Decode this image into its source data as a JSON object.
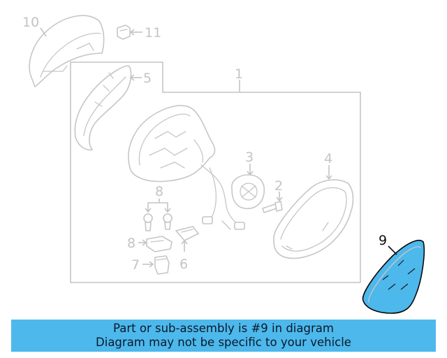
{
  "diagram": {
    "callouts": {
      "c1": "1",
      "c2": "2",
      "c3": "3",
      "c4": "4",
      "c5": "5",
      "c6": "6",
      "c7": "7",
      "c8a": "8",
      "c8b": "8",
      "c9": "9",
      "c10": "10",
      "c11": "11"
    },
    "highlight_part": "9",
    "highlight_color": "#4db8ec",
    "line_color": "#c6c6c6"
  },
  "banner": {
    "line1": "Part or sub-assembly is #9 in diagram",
    "line2": "Diagram may not be specific to your vehicle",
    "color": "#4db8ec"
  }
}
